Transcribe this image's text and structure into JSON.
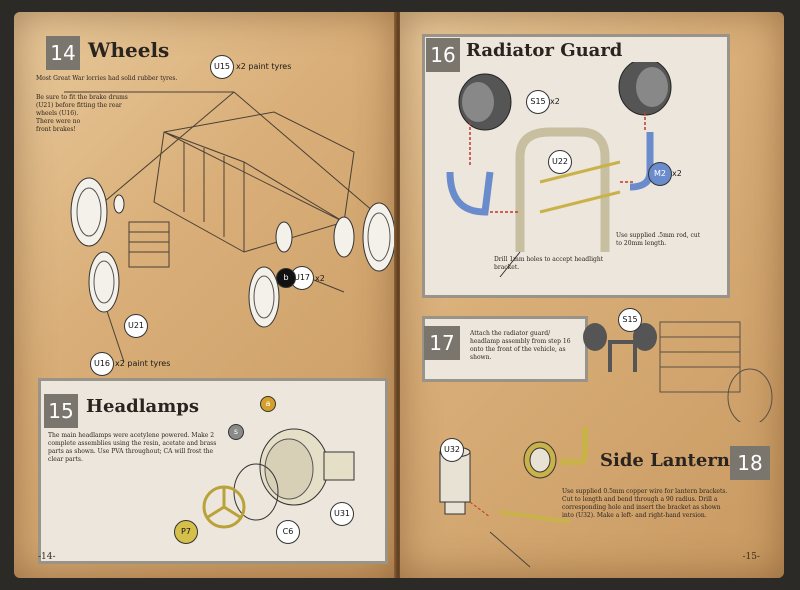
{
  "left": {
    "wheels": {
      "number": "14",
      "title": "Wheels",
      "note1": "Most Great War lorries had solid rubber tyres.",
      "note2": "Be sure to fit the brake drums (U21) before fitting the rear wheels (U16).",
      "note3": "There were no front brakes!",
      "callouts": {
        "u15": "U15",
        "u15_text": "x2 paint tyres",
        "u17": "U17",
        "u17_text": "x2",
        "u21": "U21",
        "u16": "U16",
        "u16_text": "x2 paint tyres",
        "b": "b"
      }
    },
    "headlamps": {
      "number": "15",
      "title": "Headlamps",
      "text": "The main headlamps were acetylene powered. Make 2 complete assemblies using the resin, acetate and brass parts as shown. Use PVA throughout; CA will frost the clear parts.",
      "callouts": {
        "a": "a",
        "s": "s",
        "p7": "P7",
        "c6": "C6",
        "u31": "U31"
      }
    },
    "page_number": "-14-"
  },
  "right": {
    "radiator": {
      "number": "16",
      "title": "Radiator Guard",
      "callouts": {
        "s15": "S15",
        "s15_text": "x2",
        "u22": "U22",
        "m2": "M2",
        "m2_text": "x2"
      },
      "rod_note": "Use supplied .5mm rod, cut to 20mm length.",
      "drill_note": "Drill 1mm holes to accept headlight bracket."
    },
    "step17": {
      "number": "17",
      "text": "Attach the radiator guard/ headlamp assembly from step 16 onto the front of the vehicle, as shown.",
      "callout": "S15"
    },
    "lanterns": {
      "number": "18",
      "title": "Side Lanterns",
      "callout": "U32",
      "text": "Use supplied 0.5mm copper wire for lantern brackets. Cut to length and bend through a 90 radius. Drill a corresponding hole and insert the bracket as shown into (U32). Make a left- and right-hand version."
    },
    "page_number": "-15-"
  },
  "colors": {
    "paper": "#d9ae78",
    "panel": "#ede6dc",
    "box": "#7a756d",
    "blue": "#6a8ccc",
    "brass": "#c9b24a",
    "red": "#c0392b"
  }
}
